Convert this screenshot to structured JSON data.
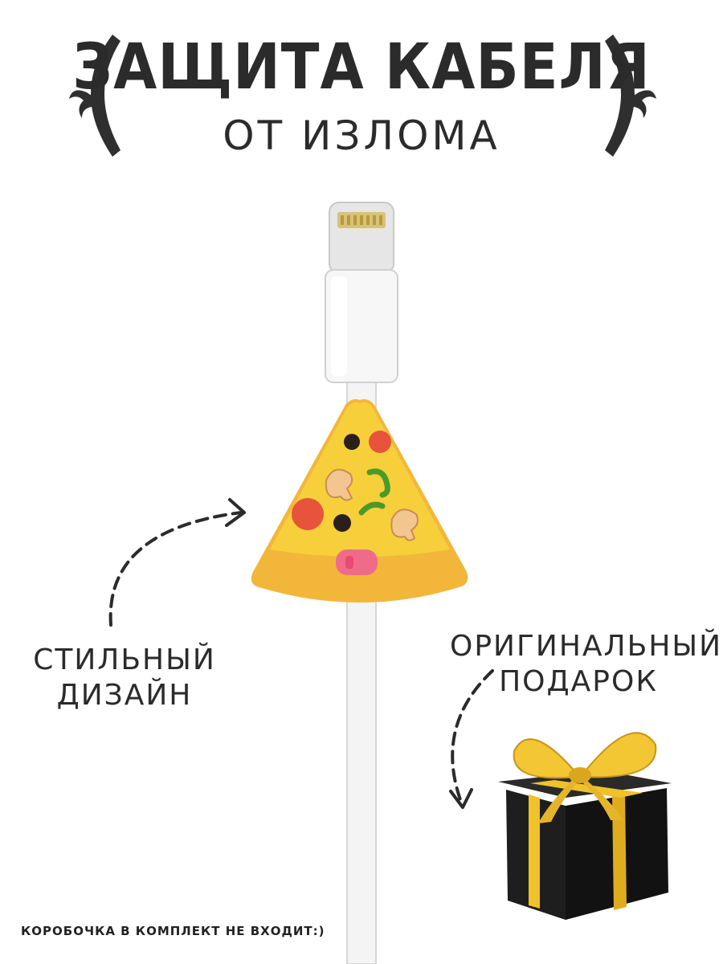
{
  "header": {
    "title": "ЗАЩИТА КАБЕЛЯ",
    "subtitle": "ОТ ИЗЛОМА"
  },
  "callouts": {
    "design_line1": "СТИЛЬНЫЙ",
    "design_line2": "ДИЗАЙН",
    "gift_line1": "ОРИГИНАЛЬНЫЙ",
    "gift_line2": "ПОДАРОК"
  },
  "footer": {
    "disclaimer": "КОРОБОЧКА В КОМПЛЕКТ НЕ ВХОДИТ:)"
  },
  "product": {
    "icons": [
      "lightning-cable-icon",
      "pizza-slice-icon",
      "gift-box-icon"
    ]
  },
  "colors": {
    "text": "#2b2b2b",
    "crust": "#f2b73a",
    "cheese": "#f7cf3a",
    "pepperoni": "#e8533b",
    "box": "#1e1e1e",
    "ribbon": "#f0c22a"
  }
}
